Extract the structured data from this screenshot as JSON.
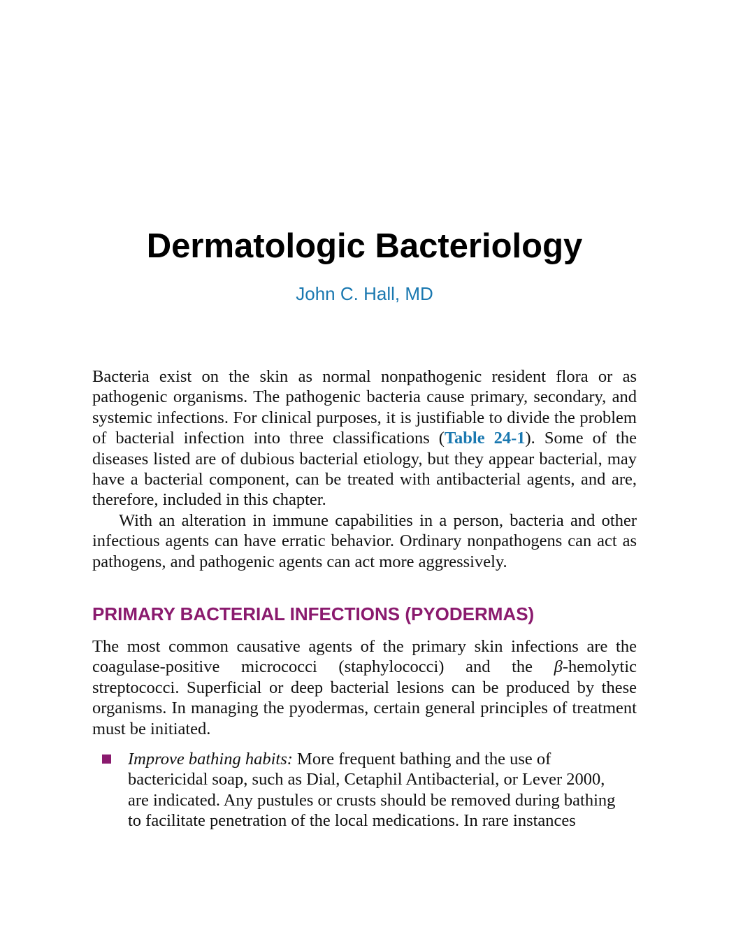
{
  "chapter": {
    "title": "Dermatologic Bacteriology",
    "author": "John C. Hall, MD"
  },
  "intro": {
    "p1_before_link": "Bacteria exist on the skin as normal nonpathogenic resident flora or as pathogenic organisms. The pathogenic bacteria cause primary, secondary, and systemic infections. For clinical purposes, it is justifiable to divide the problem of bacterial infection into three classifications (",
    "p1_link": "Table 24-1",
    "p1_after_link": "). Some of the diseases listed are of dubious bacterial etiology, but they appear bacterial, may have a bacterial component, can be treated with antibacterial agents, and are, therefore, included in this chapter.",
    "p2": "With an alteration in immune capabilities in a person, bacteria and other infectious agents can have erratic behavior. Ordinary nonpathogens can act as pathogens, and pathogenic agents can act more aggressively."
  },
  "section": {
    "heading": "PRIMARY BACTERIAL INFECTIONS (PYODERMAS)",
    "p1_before_beta": "The most common causative agents of the primary skin infections are the coagulase-positive micrococci (staphylococci) and the ",
    "p1_beta": "β",
    "p1_after_beta": "-hemolytic streptococci. Superficial or deep bacterial lesions can be produced by these organisms. In managing the pyodermas, certain general principles of treatment must be initiated.",
    "bullets": [
      {
        "lead": "Improve bathing habits:",
        "line1": " More frequent bathing and the use of",
        "line2": "bactericidal soap, such as Dial, Cetaphil Antibacterial, or Lever 2000,",
        "line3": "are indicated. Any pustules or crusts should be removed during bathing",
        "line4": "to facilitate penetration of the local medications. In rare instances"
      }
    ]
  },
  "colors": {
    "author": "#1a78b0",
    "link": "#1a78b0",
    "heading": "#8a1a6e",
    "bullet": "#8a1a6e"
  }
}
